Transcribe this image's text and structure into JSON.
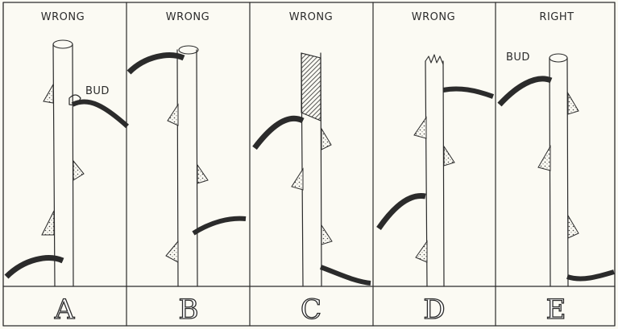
{
  "panels": [
    {
      "heading": "WRONG",
      "letter": "A"
    },
    {
      "heading": "WRONG",
      "letter": "B"
    },
    {
      "heading": "WRONG",
      "letter": "C"
    },
    {
      "heading": "WRONG",
      "letter": "D"
    },
    {
      "heading": "RIGHT",
      "letter": "E"
    }
  ],
  "annotations": {
    "panel_a_bud": "BUD",
    "panel_e_bud": "BUD"
  }
}
